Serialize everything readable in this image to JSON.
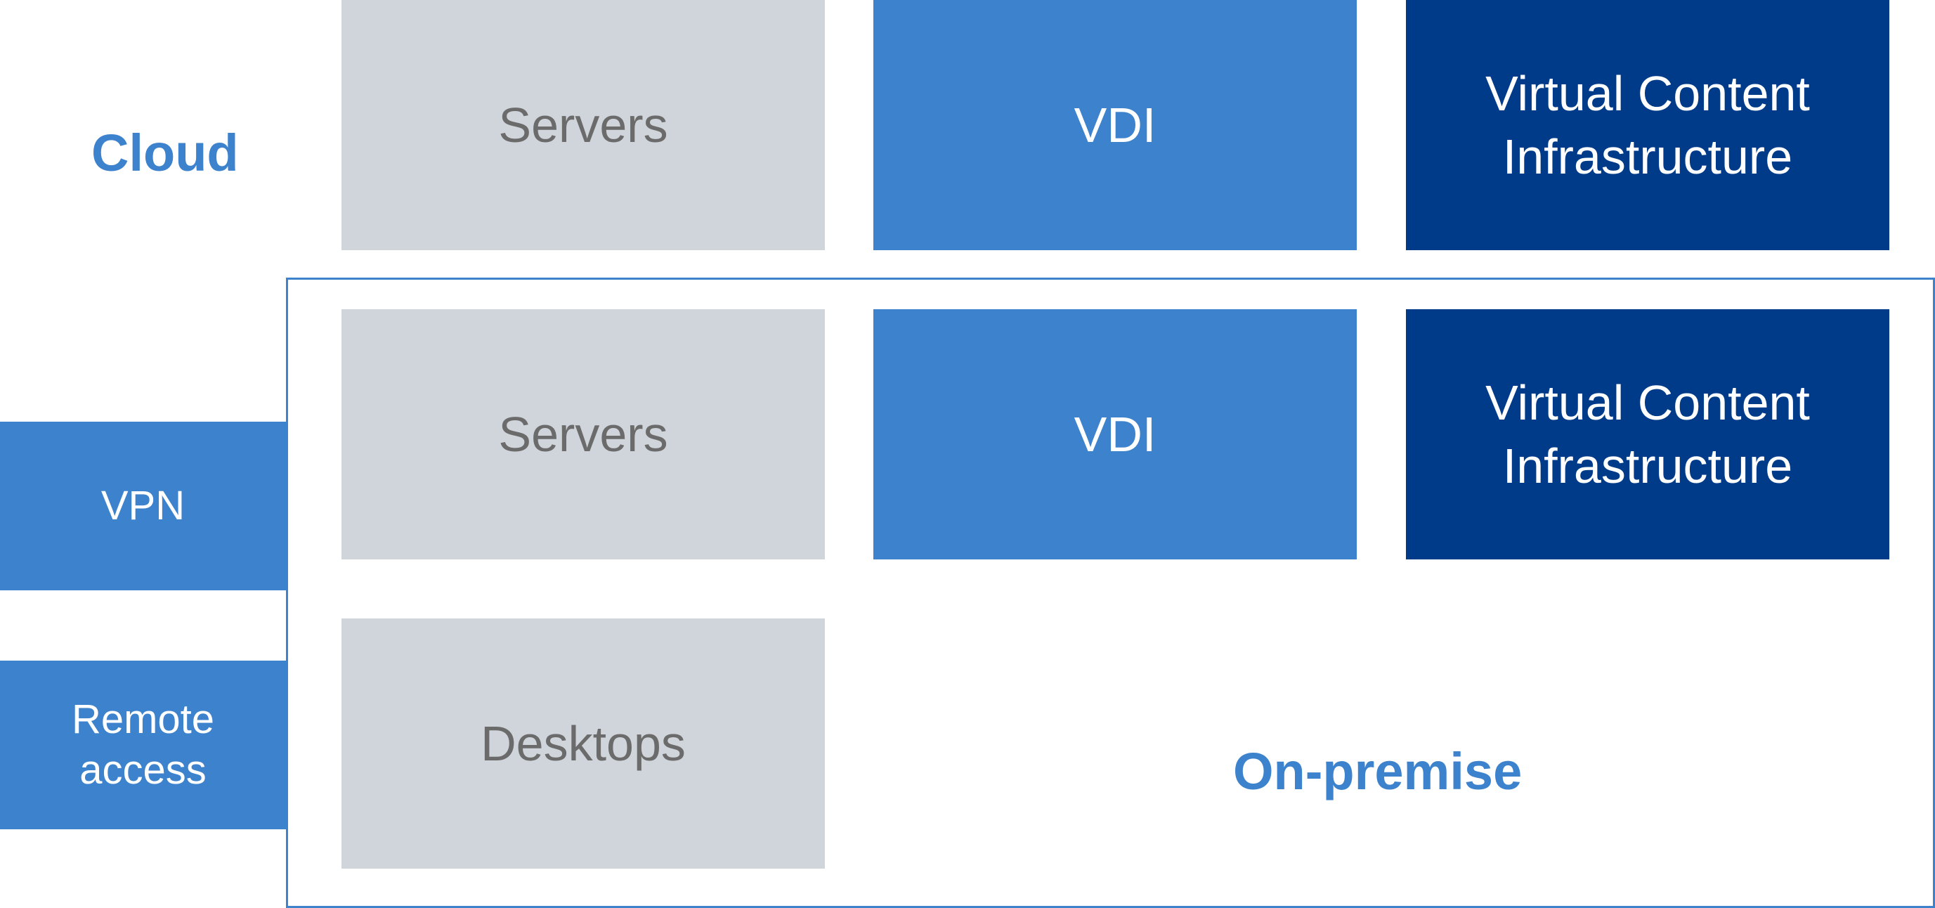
{
  "zones": {
    "cloud_label": "Cloud",
    "onpremise_label": "On-premise"
  },
  "cloud_row": {
    "servers": "Servers",
    "vdi": "VDI",
    "vci": "Virtual Content\nInfrastructure"
  },
  "onpremise_row": {
    "servers": "Servers",
    "vdi": "VDI",
    "vci": "Virtual Content\nInfrastructure",
    "desktops": "Desktops"
  },
  "access_methods": {
    "vpn": "VPN",
    "remote_access": "Remote\naccess"
  },
  "colors": {
    "gray_box": "#cfd5da",
    "gray_text": "#6b6b6b",
    "medium_blue": "#3d82cd",
    "dark_blue": "#003b8a",
    "white": "#ffffff"
  }
}
